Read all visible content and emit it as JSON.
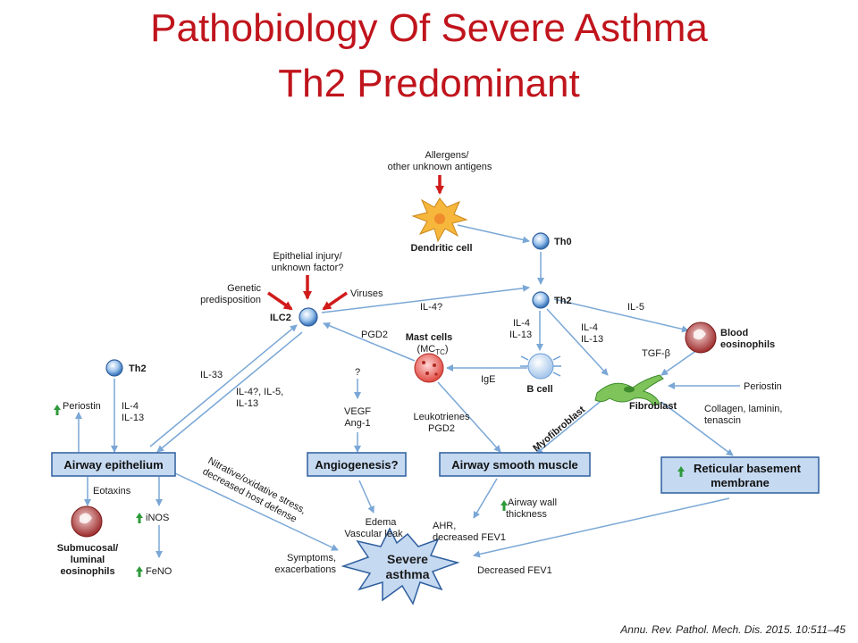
{
  "title": {
    "line1": "Pathobiology Of Severe Asthma",
    "line2": "Th2 Predominant"
  },
  "colors": {
    "title": "#c0141c",
    "box_fill": "#c5d9f1",
    "box_stroke": "#2f5f9e",
    "arrow": "#7aa7d6",
    "red_arrow": "#d11b1b",
    "green_arrow": "#2e9a3a"
  },
  "nodes": {
    "allergens": [
      "Allergens/",
      "other unknown antigens"
    ],
    "dendritic": "Dendritic cell",
    "th0": "Th0",
    "th2_center": "Th2",
    "th2_left": "Th2",
    "ilc2": "ILC2",
    "epithelial_injury": [
      "Epithelial injury/",
      "unknown factor?"
    ],
    "genetic": [
      "Genetic",
      "predisposition"
    ],
    "viruses": "Viruses",
    "mast_cells": "Mast cells",
    "mast_sub": "(MC",
    "mast_subscript": "TC",
    "mast_close": ")",
    "b_cell": "B cell",
    "blood_eos": [
      "Blood",
      "eosinophils"
    ],
    "fibroblast": "Fibroblast",
    "myofibroblast": "Myofibroblast",
    "submucosal": [
      "Submucosal/",
      "luminal",
      "eosinophils"
    ]
  },
  "boxes": {
    "airway_epithelium": "Airway epithelium",
    "angiogenesis": "Angiogenesis?",
    "smooth_muscle": "Airway smooth muscle",
    "reticular": [
      "Reticular basement",
      "membrane"
    ],
    "severe_asthma": [
      "Severe",
      "asthma"
    ]
  },
  "labels": {
    "il4q": "IL-4?",
    "il5": "IL-5",
    "il4_il13_a": [
      "IL-4",
      "IL-13"
    ],
    "il4_il13_b": [
      "IL-4",
      "IL-13"
    ],
    "il4_il13_left": [
      "IL-4",
      "IL-13"
    ],
    "tgfb": "TGF-β",
    "periostin_right": "Periostin",
    "collagen": [
      "Collagen, laminin,",
      "tenascin"
    ],
    "pgd2": "PGD2",
    "ige": "IgE",
    "il33": "IL-33",
    "il4q_il5_il13": [
      "IL-4?, IL-5,",
      "IL-13"
    ],
    "question": "?",
    "vegf": [
      "VEGF",
      "Ang-1"
    ],
    "leukotrienes": [
      "Leukotrienes",
      "PGD2"
    ],
    "periostin_left": "Periostin",
    "eotaxins": "Eotaxins",
    "inos": "iNOS",
    "feno": "FeNO",
    "nitrative": [
      "Nitrative/oxidative stress,",
      "decreased host defense"
    ],
    "edema": [
      "Edema",
      "Vascular leak"
    ],
    "airway_wall": [
      "Airway wall",
      "thickness"
    ],
    "ahr": [
      "AHR,",
      "decreased FEV1"
    ],
    "symptoms": [
      "Symptoms,",
      "exacerbations"
    ],
    "decreased_fev1": "Decreased FEV1"
  },
  "citation": "Annu. Rev. Pathol. Mech. Dis. 2015. 10:511–45"
}
